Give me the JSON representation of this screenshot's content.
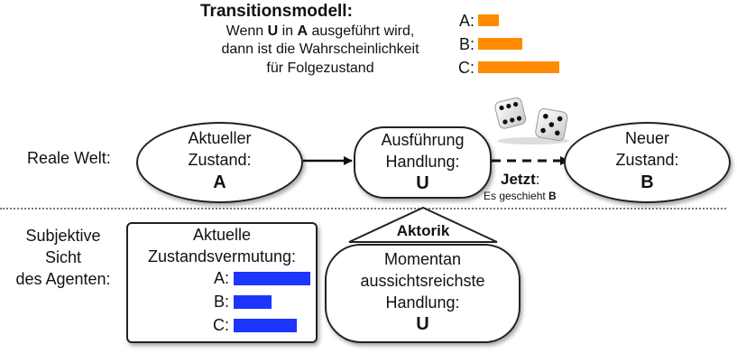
{
  "transition": {
    "title": "Transitionsmodell:",
    "line1_pre": "Wenn ",
    "line1_u": "U",
    "line1_mid": " in ",
    "line1_a": "A",
    "line1_post": " ausgeführt wird,",
    "line2": "dann ist die Wahrscheinlichkeit",
    "line3": "für Folgezustand",
    "bars": [
      {
        "label": "A:",
        "value": 0.18
      },
      {
        "label": "B:",
        "value": 0.38
      },
      {
        "label": "C:",
        "value": 0.7
      }
    ],
    "color": "#ff8a00"
  },
  "rows": {
    "real": "Reale Welt:",
    "subj1": "Subjektive",
    "subj2": "Sicht",
    "subj3": "des Agenten:"
  },
  "state_current": {
    "line1": "Aktueller",
    "line2": "Zustand:",
    "symbol": "A"
  },
  "execution": {
    "line1": "Ausführung",
    "line2": "Handlung:",
    "symbol": "U"
  },
  "state_new": {
    "line1": "Neuer",
    "line2": "Zustand:",
    "symbol": "B"
  },
  "now": {
    "label": "Jetzt",
    "colon": ":",
    "caption_pre": "Es geschieht ",
    "caption_b": "B"
  },
  "actuator": {
    "label": "Aktorik"
  },
  "belief": {
    "line1": "Aktuelle",
    "line2": "Zustandsvermutung:",
    "bars": [
      {
        "label": "A:",
        "value": 0.85
      },
      {
        "label": "B:",
        "value": 0.42
      },
      {
        "label": "C:",
        "value": 0.7
      }
    ],
    "color": "#1c35ff"
  },
  "best_action": {
    "line1": "Momentan",
    "line2": "aussichtsreichste",
    "line3": "Handlung:",
    "symbol": "U"
  },
  "icons": {
    "dice": "dice-icon"
  }
}
